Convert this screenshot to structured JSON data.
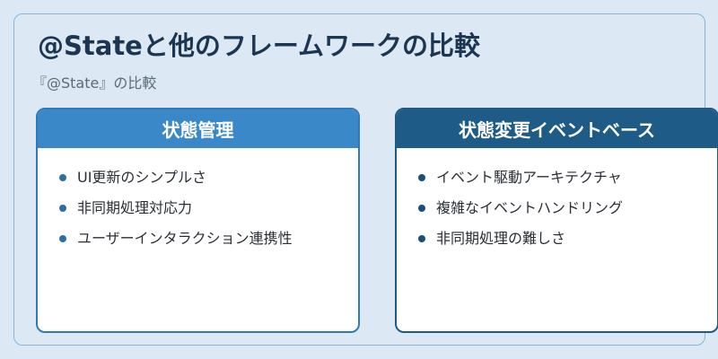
{
  "title": "@Stateと他のフレームワークの比較",
  "subtitle": "『@State』の比較",
  "colors": {
    "background": "#dce9f5",
    "left_header": "#3a88c8",
    "right_header": "#1f5b87"
  },
  "left_card": {
    "header": "状態管理",
    "items": [
      "UI更新のシンプルさ",
      "非同期処理対応力",
      "ユーザーインタラクション連携性"
    ]
  },
  "right_card": {
    "header": "状態変更イベントベース",
    "items": [
      "イベント駆動アーキテクチャ",
      "複雑なイベントハンドリング",
      "非同期処理の難しさ"
    ]
  }
}
